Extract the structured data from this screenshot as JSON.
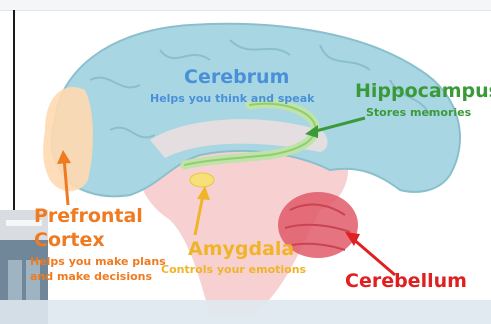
{
  "colors": {
    "cerebrum_text": "#4a90d9",
    "hippocampus_text": "#3a9a3a",
    "amygdala_text": "#f0b429",
    "cerebellum_text": "#e02020",
    "prefrontal_text": "#f07a20",
    "cerebrum_fill": "#a8d7e3",
    "brainstem_fill": "#f6c9c9",
    "prefrontal_fill": "#ffd9b0",
    "cerebellum_fill": "#e05a6a"
  },
  "labels": {
    "cerebrum_title": "Cerebrum",
    "cerebrum_desc": "Helps you think and speak",
    "hippocampus_title": "Hippocampus",
    "hippocampus_desc": "Stores memories",
    "prefrontal_line1": "Prefrontal",
    "prefrontal_line2": "Cortex",
    "prefrontal_desc1": "Helps you make plans",
    "prefrontal_desc2": "and make decisions",
    "amygdala_title": "Amygdala",
    "amygdala_desc": "Controls your emotions",
    "cerebellum_title": "Cerebellum"
  }
}
